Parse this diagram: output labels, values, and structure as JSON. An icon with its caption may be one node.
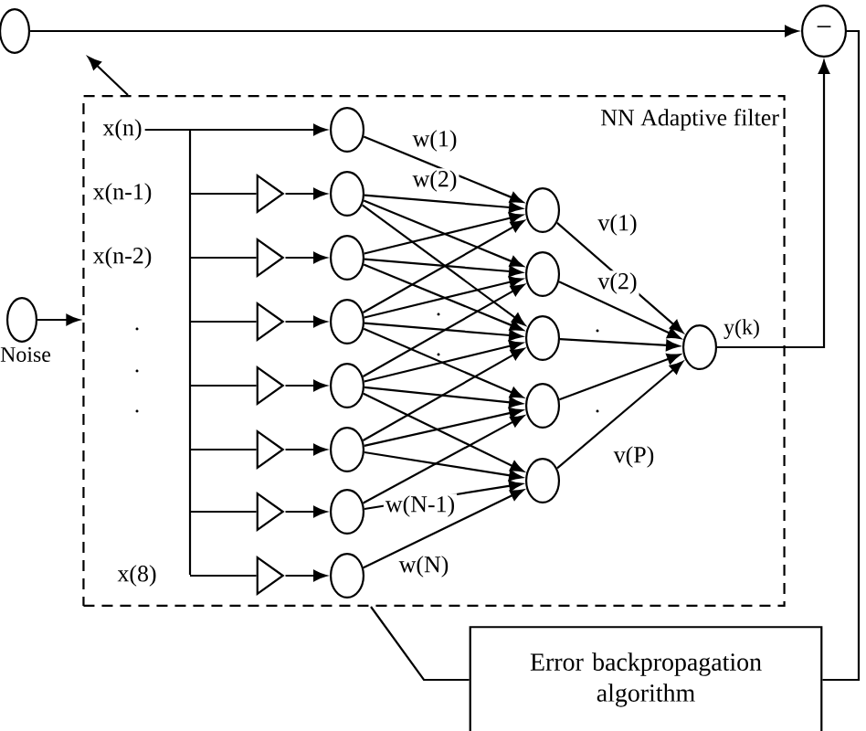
{
  "diagram": {
    "nodes": [
      {
        "text": [],
        "shape": "circle"
      },
      {
        "text": [
          "−"
        ]
      },
      {
        "text": [
          "NN Adaptive filter"
        ]
      },
      {
        "text": [],
        "shape": "circle",
        "beside": [
          "Noise"
        ]
      },
      {
        "text": [
          "Error backpropagation algorithm"
        ]
      },
      {
        "text": [
          "x(n)"
        ],
        "in": 2
      },
      {
        "text": [
          "x(n-1)"
        ],
        "in": 2
      },
      {
        "text": [
          "x(n-2)"
        ],
        "in": 2
      },
      {
        "text": [
          "x(8)"
        ],
        "in": 2
      },
      {
        "text": [],
        "shape": "triangle",
        "in": 2
      },
      {
        "text": [],
        "shape": "triangle",
        "in": 2
      },
      {
        "text": [],
        "shape": "triangle",
        "in": 2
      },
      {
        "text": [],
        "shape": "triangle",
        "in": 2
      },
      {
        "text": [],
        "shape": "triangle",
        "in": 2
      },
      {
        "text": [],
        "shape": "triangle",
        "in": 2
      },
      {
        "text": [],
        "shape": "triangle",
        "in": 2
      },
      {
        "text": [],
        "shape": "circle",
        "in": 2
      },
      {
        "text": [],
        "shape": "circle",
        "in": 2
      },
      {
        "text": [],
        "shape": "circle",
        "in": 2
      },
      {
        "text": [],
        "shape": "circle",
        "in": 2
      },
      {
        "text": [],
        "shape": "circle",
        "in": 2
      },
      {
        "text": [],
        "shape": "circle",
        "in": 2
      },
      {
        "text": [],
        "shape": "circle",
        "in": 2
      },
      {
        "text": [],
        "shape": "circle",
        "in": 2
      },
      {
        "text": [],
        "shape": "circle",
        "in": 2
      },
      {
        "text": [],
        "shape": "circle",
        "in": 2
      },
      {
        "text": [],
        "shape": "circle",
        "in": 2
      },
      {
        "text": [],
        "shape": "circle",
        "in": 2
      },
      {
        "text": [],
        "shape": "circle",
        "in": 2
      },
      {
        "text": [],
        "shape": "circle",
        "in": 2,
        "beside": [
          "y(k)"
        ]
      },
      {
        "text": [],
        "shape": "bar",
        "in": 2
      }
    ],
    "edges": [
      {
        "from": 0,
        "to": 1,
        "arrow": "to"
      },
      {
        "from": 29,
        "to": 1,
        "arrow": "to"
      },
      {
        "from": 1,
        "to": 4,
        "arrow": "none"
      },
      {
        "from": 4,
        "to": 2,
        "arrow": "none"
      },
      {
        "from": 2,
        "to": null,
        "arrow": "to"
      },
      {
        "from": 3,
        "to": 2,
        "arrow": "to"
      },
      {
        "from": 5,
        "to": 16,
        "arrow": "to"
      },
      {
        "from": 30,
        "to": 9,
        "arrow": "none"
      },
      {
        "from": 30,
        "to": 10,
        "arrow": "none"
      },
      {
        "from": 30,
        "to": 11,
        "arrow": "none"
      },
      {
        "from": 30,
        "to": 12,
        "arrow": "none"
      },
      {
        "from": 30,
        "to": 13,
        "arrow": "none"
      },
      {
        "from": 30,
        "to": 14,
        "arrow": "none"
      },
      {
        "from": 30,
        "to": 15,
        "arrow": "none"
      },
      {
        "from": 9,
        "to": 17,
        "arrow": "to"
      },
      {
        "from": 10,
        "to": 18,
        "arrow": "to"
      },
      {
        "from": 11,
        "to": 19,
        "arrow": "to"
      },
      {
        "from": 12,
        "to": 20,
        "arrow": "to"
      },
      {
        "from": 13,
        "to": 21,
        "arrow": "to"
      },
      {
        "from": 14,
        "to": 22,
        "arrow": "to"
      },
      {
        "from": 15,
        "to": 23,
        "arrow": "to"
      },
      {
        "from": 16,
        "to": 24,
        "arrow": "to",
        "label": "w(1)"
      },
      {
        "from": 17,
        "to": 24,
        "arrow": "to",
        "label": "w(2)"
      },
      {
        "from": 17,
        "to": 25,
        "arrow": "to"
      },
      {
        "from": 17,
        "to": 26,
        "arrow": "to"
      },
      {
        "from": 18,
        "to": 24,
        "arrow": "to"
      },
      {
        "from": 18,
        "to": 25,
        "arrow": "to"
      },
      {
        "from": 18,
        "to": 26,
        "arrow": "to"
      },
      {
        "from": 19,
        "to": 24,
        "arrow": "to"
      },
      {
        "from": 19,
        "to": 25,
        "arrow": "to"
      },
      {
        "from": 19,
        "to": 26,
        "arrow": "to"
      },
      {
        "from": 19,
        "to": 27,
        "arrow": "to"
      },
      {
        "from": 20,
        "to": 25,
        "arrow": "to"
      },
      {
        "from": 20,
        "to": 26,
        "arrow": "to"
      },
      {
        "from": 20,
        "to": 27,
        "arrow": "to"
      },
      {
        "from": 20,
        "to": 28,
        "arrow": "to"
      },
      {
        "from": 21,
        "to": 26,
        "arrow": "to"
      },
      {
        "from": 21,
        "to": 27,
        "arrow": "to"
      },
      {
        "from": 21,
        "to": 28,
        "arrow": "to"
      },
      {
        "from": 22,
        "to": 27,
        "arrow": "to"
      },
      {
        "from": 22,
        "to": 28,
        "arrow": "to",
        "label": "w(N-1)"
      },
      {
        "from": 23,
        "to": 28,
        "arrow": "to",
        "label": "w(N)"
      },
      {
        "from": 24,
        "to": 29,
        "arrow": "to",
        "label": "v(1)"
      },
      {
        "from": 25,
        "to": 29,
        "arrow": "to",
        "label": "v(2)"
      },
      {
        "from": 26,
        "to": 29,
        "arrow": "to"
      },
      {
        "from": 27,
        "to": 29,
        "arrow": "to"
      },
      {
        "from": 28,
        "to": 29,
        "arrow": "to",
        "label": "v(P)"
      }
    ],
    "labels": [
      ".",
      ".",
      ".",
      ".",
      ".",
      ".",
      "."
    ]
  }
}
